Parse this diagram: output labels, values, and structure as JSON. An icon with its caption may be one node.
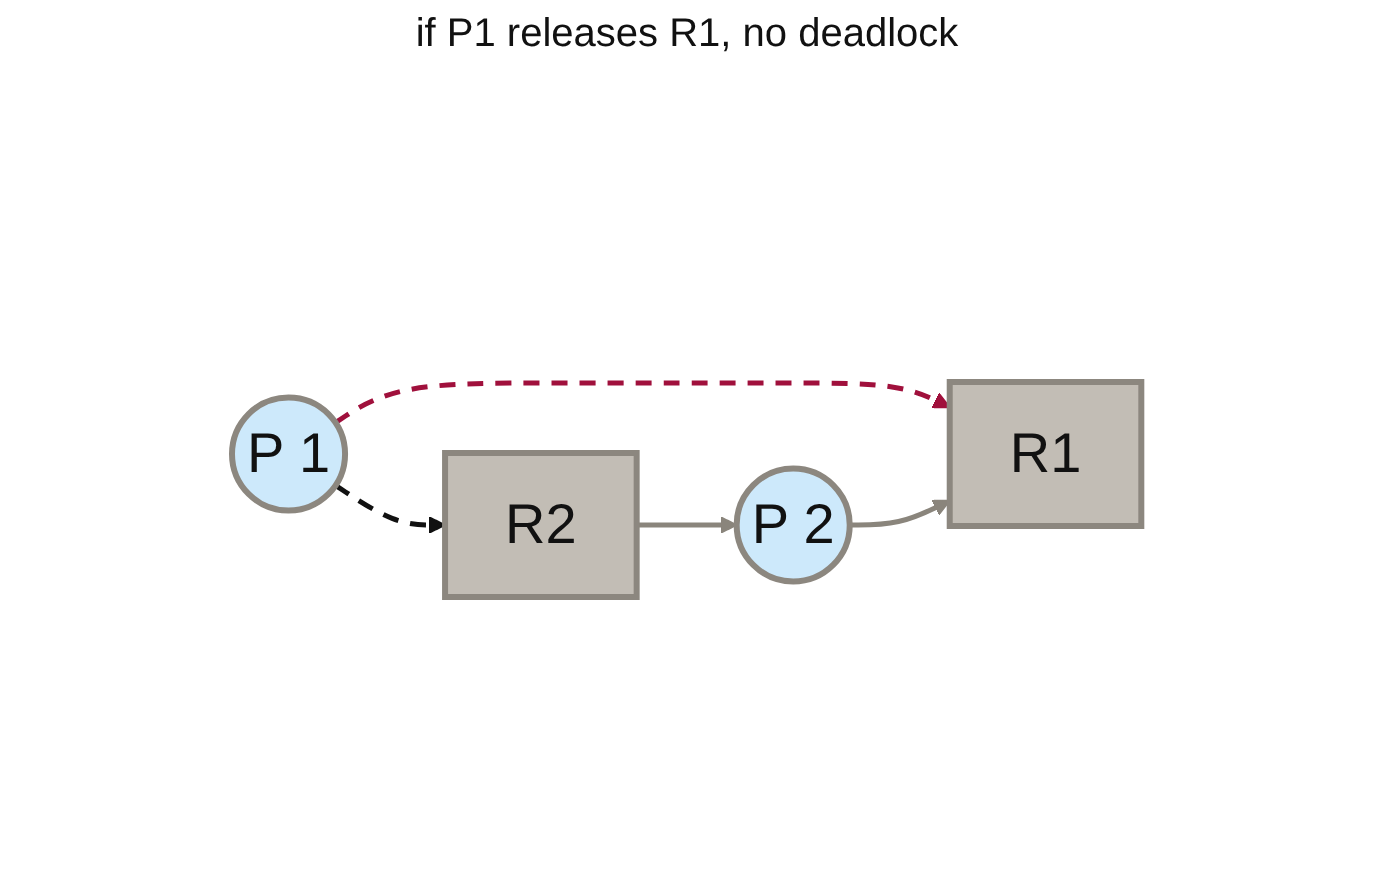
{
  "diagram": {
    "nodes": [
      {
        "text": [
          "R1"
        ]
      },
      {
        "text": [
          "P 1"
        ]
      },
      {
        "text": [
          "P 2"
        ]
      },
      {
        "text": [
          "R2"
        ]
      }
    ],
    "edges": [
      {
        "from": 1,
        "to": 0,
        "arrow": "to",
        "style": "dashed",
        "color": "#a0103c"
      },
      {
        "from": 1,
        "to": 3,
        "arrow": "to",
        "style": "dashed",
        "color": "#111111"
      },
      {
        "from": 3,
        "to": 2,
        "arrow": "to",
        "color": "#8a857c"
      },
      {
        "from": 2,
        "to": 0,
        "arrow": "to",
        "color": "#8a857c"
      }
    ],
    "labels": [
      "if P1 releases R1, no deadlock"
    ]
  }
}
